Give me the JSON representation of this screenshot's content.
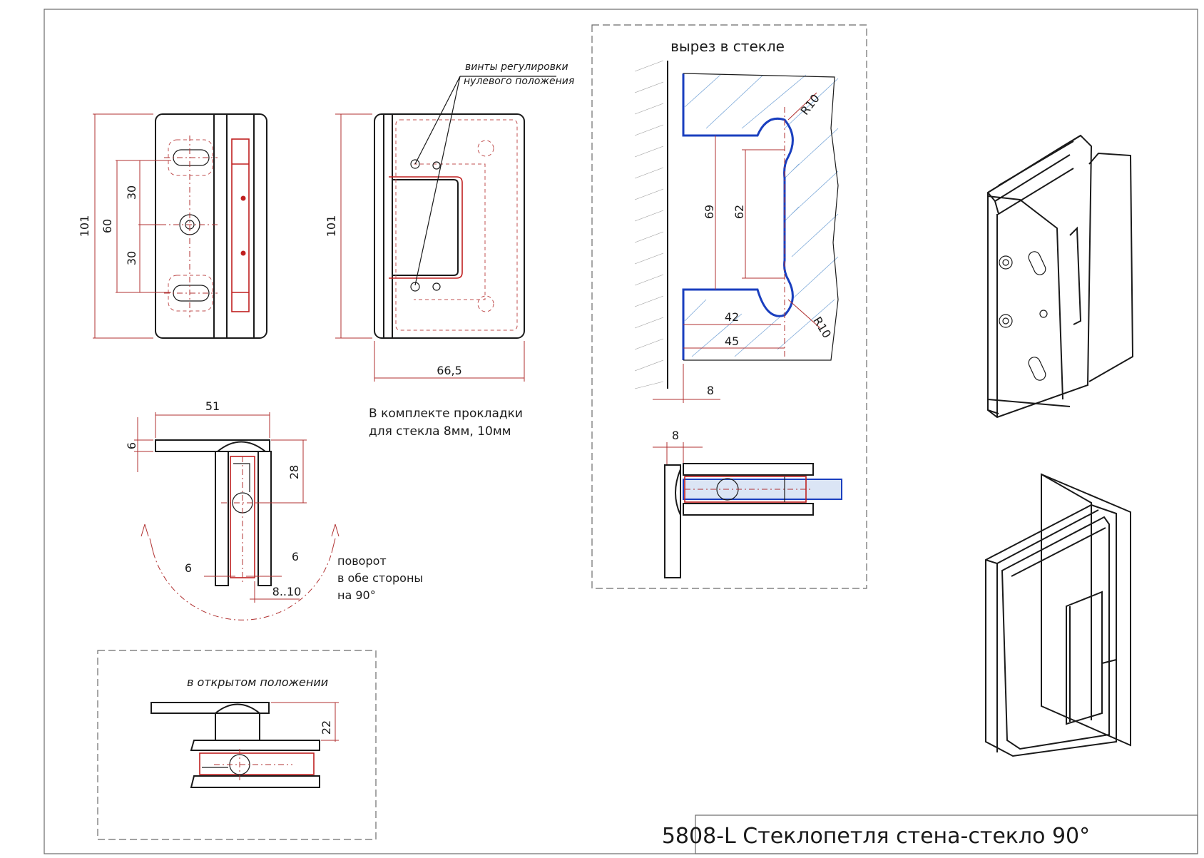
{
  "title_block": {
    "text": "5808-L Стеклопетля стена-стекло 90°"
  },
  "notes": {
    "adjust_screws_line1": "винты регулировки",
    "adjust_screws_line2": "нулевого положения",
    "kit_line1": "В комплекте прокладки",
    "kit_line2": "для стекла 8мм, 10мм",
    "rotation_line1": "поворот",
    "rotation_line2": "в обе стороны",
    "rotation_line3": "на 90°",
    "cutout_title": "вырез в стекле",
    "open_position_title": "в открытом положении"
  },
  "dimensions": {
    "front_height": "101",
    "front_hole_span": "60",
    "front_upper_pitch": "30",
    "front_lower_pitch": "30",
    "side_height": "101",
    "side_width": "66,5",
    "top_width": "51",
    "top_plate_thickness": "6",
    "top_depth": "28",
    "gap_left": "6",
    "gap_right": "6",
    "glass_range": "8..10",
    "cutout_outer": "69",
    "cutout_inner": "62",
    "cutout_radius_top": "R10",
    "cutout_radius_bottom": "R10",
    "cutout_depth_inner": "42",
    "cutout_depth_outer": "45",
    "wall_gap": "8",
    "section_gap": "8",
    "open_offset": "22"
  },
  "colors": {
    "line": "#1a1a1a",
    "dimension": "#b03030",
    "glass_edge": "#1a3fbf",
    "glass_hatch": "#7aa7d8",
    "frame": "#6b6b6b"
  }
}
